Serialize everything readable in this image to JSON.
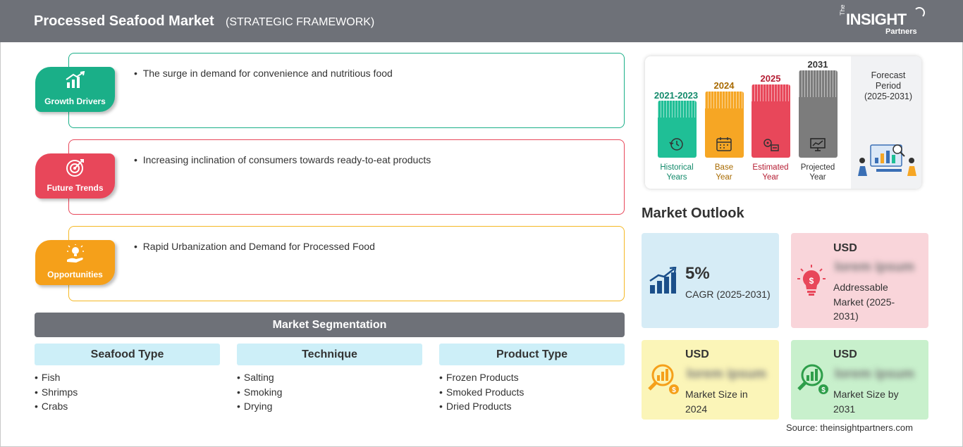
{
  "header": {
    "title": "Processed Seafood Market",
    "subtitle": "(STRATEGIC FRAMEWORK)"
  },
  "logo": {
    "the": "The",
    "insight": "INSIGHT",
    "partners": "Partners"
  },
  "framework": [
    {
      "label": "Growth Drivers",
      "text": "The surge in demand for convenience and nutritious food",
      "color": "#1aaf88",
      "icon": "growth-chart-icon"
    },
    {
      "label": "Future Trends",
      "text": "Increasing inclination of consumers towards ready-to-eat products",
      "color": "#e8475a",
      "icon": "target-icon"
    },
    {
      "label": "Opportunities",
      "text": "Rapid Urbanization and Demand for Processed Food",
      "color": "#f5a01a",
      "icon": "idea-hand-icon"
    }
  ],
  "segmentation": {
    "title": "Market Segmentation",
    "columns": [
      {
        "heading": "Seafood Type",
        "items": [
          "Fish",
          "Shrimps",
          "Crabs"
        ]
      },
      {
        "heading": "Technique",
        "items": [
          "Salting",
          "Smoking",
          "Drying"
        ]
      },
      {
        "heading": "Product Type",
        "items": [
          "Frozen Products",
          "Smoked Products",
          "Dried Products"
        ]
      }
    ]
  },
  "timeline": {
    "bars": [
      {
        "year": "2021-2023",
        "label_1": "Historical",
        "label_2": "Years",
        "color": "#1fbf96",
        "year_color": "#138a6b"
      },
      {
        "year": "2024",
        "label_1": "Base",
        "label_2": "Year",
        "color": "#f6a624",
        "year_color": "#a86a00"
      },
      {
        "year": "2025",
        "label_1": "Estimated",
        "label_2": "Year",
        "color": "#e8475a",
        "year_color": "#b51d33"
      },
      {
        "year": "2031",
        "label_1": "Projected",
        "label_2": "Year",
        "color": "#7c7c7c",
        "year_color": "#333333"
      }
    ],
    "forecast": {
      "line_1": "Forecast",
      "line_2": "Period",
      "line_3": "(2025-2031)"
    }
  },
  "outlook": {
    "title": "Market Outlook",
    "cagr": {
      "value": "5%",
      "label": "CAGR (2025-2031)",
      "color": "#d6ecf6"
    },
    "addressable": {
      "usd": "USD",
      "value": "lorem ipsum",
      "label_1": "Addressable",
      "label_2": "Market (2025-",
      "label_3": "2031)",
      "color": "#f9d5da"
    },
    "size_2024": {
      "usd": "USD",
      "value": "lorem ipsum",
      "label_1": "Market Size in",
      "label_2": "2024",
      "color": "#fbf5b8"
    },
    "size_2031": {
      "usd": "USD",
      "value": "lorem ipsum",
      "label_1": "Market Size by",
      "label_2": "2031",
      "color": "#c8f0cc"
    }
  },
  "source": "Source: theinsightpartners.com"
}
